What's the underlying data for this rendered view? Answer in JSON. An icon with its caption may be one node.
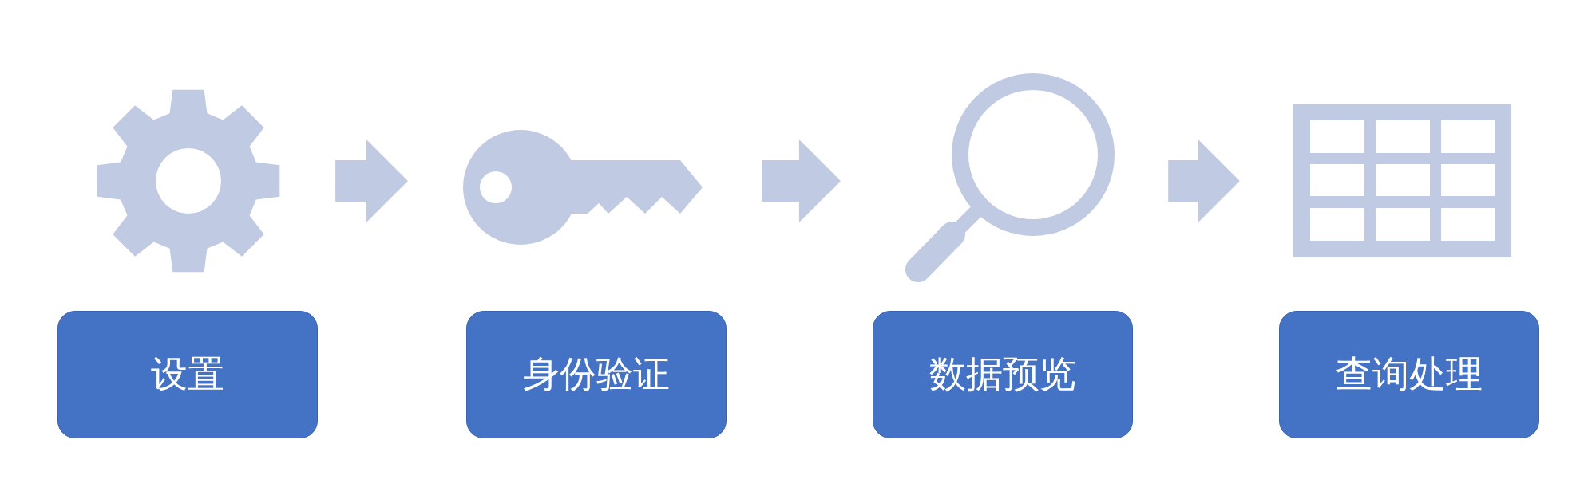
{
  "diagram": {
    "nodes": [
      {
        "text": [
          "设置"
        ]
      },
      {
        "text": [
          "身份验证"
        ]
      },
      {
        "text": [
          "数据预览"
        ]
      },
      {
        "text": [
          "查询处理"
        ]
      },
      {
        "text": [],
        "shape": "picture"
      },
      {
        "text": [],
        "shape": "picture"
      },
      {
        "text": [],
        "shape": "picture"
      },
      {
        "text": [],
        "shape": "table"
      }
    ],
    "edges": [
      {
        "from": 4,
        "to": 5,
        "arrow": "to"
      },
      {
        "from": 5,
        "to": 6,
        "arrow": "to"
      },
      {
        "from": 6,
        "to": 7,
        "arrow": "to"
      }
    ]
  }
}
